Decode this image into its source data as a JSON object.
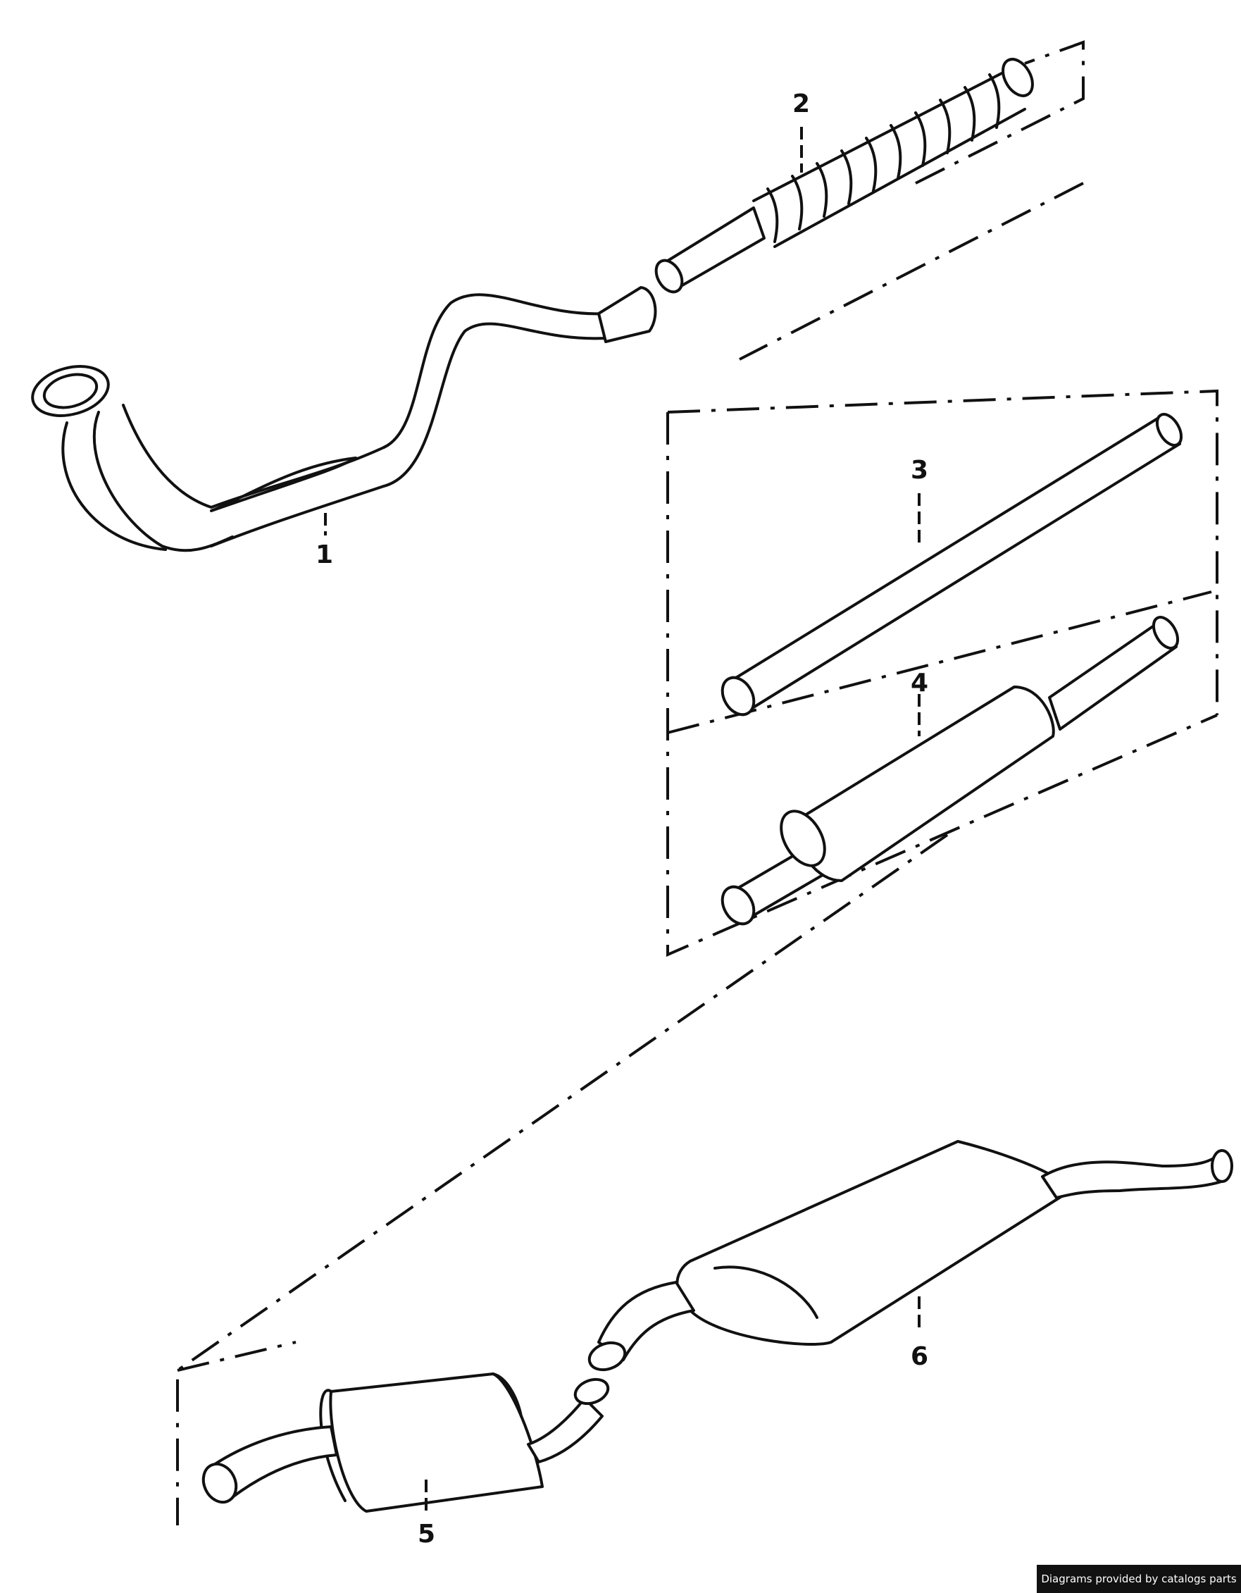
{
  "parts": [
    {
      "id": "1",
      "label": "1"
    },
    {
      "id": "2",
      "label": "2"
    },
    {
      "id": "3",
      "label": "3"
    },
    {
      "id": "4",
      "label": "4"
    },
    {
      "id": "5",
      "label": "5"
    },
    {
      "id": "6",
      "label": "6"
    }
  ],
  "credit": "Diagrams provided by catalogs parts"
}
